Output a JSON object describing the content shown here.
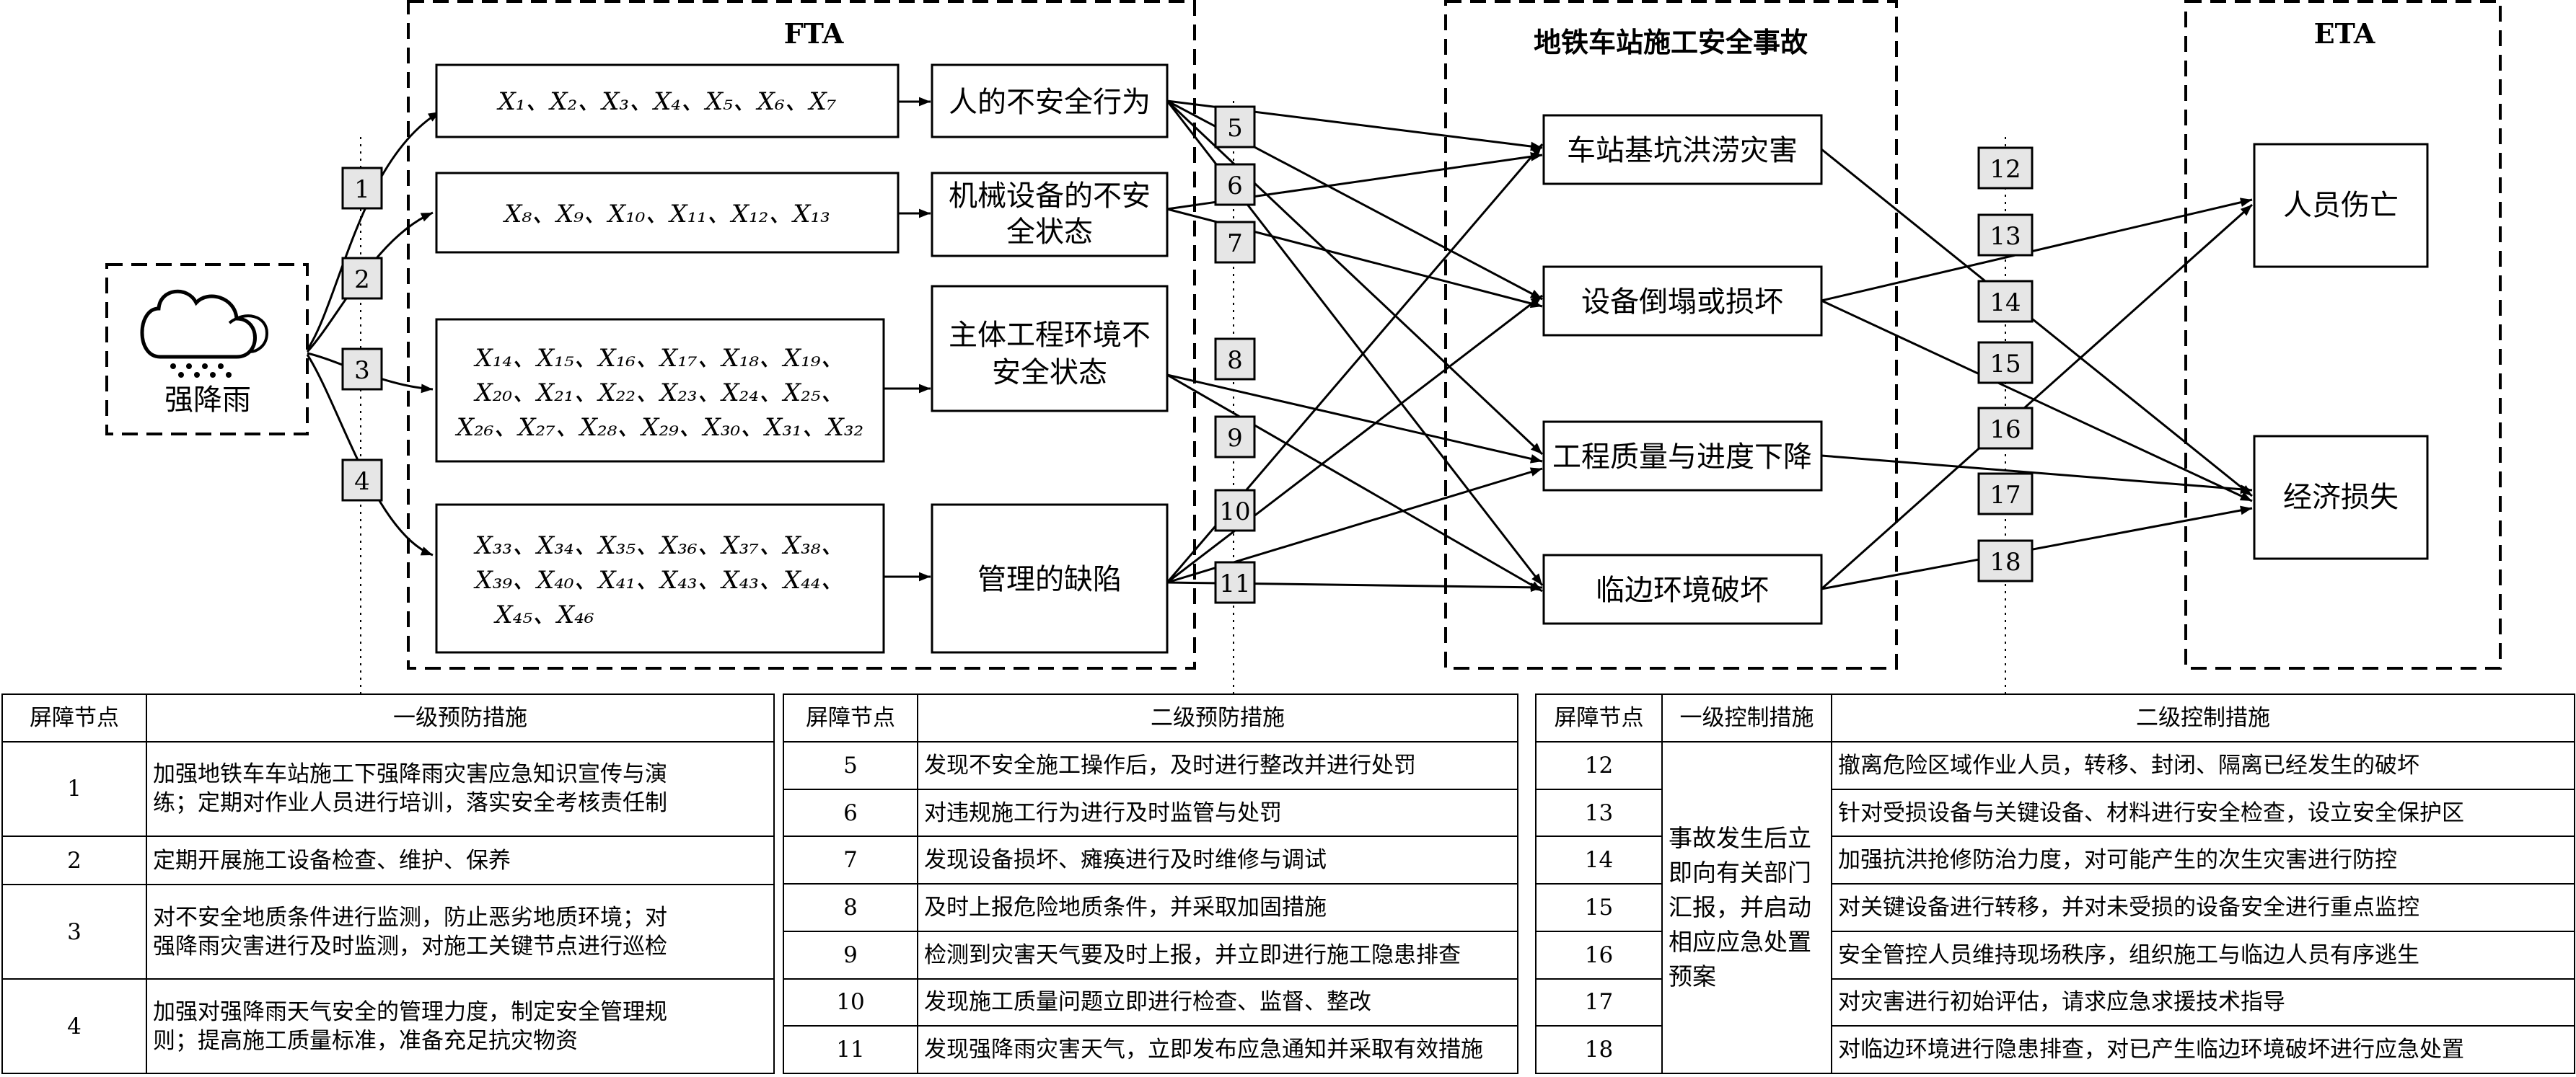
{
  "fta": {
    "label": "FTA",
    "trigger": "强降雨",
    "causes": [
      {
        "vars": [
          "X₁、X₂、X₃、X₄、X₅、X₆、X₇"
        ],
        "label": [
          "人的不安全行为"
        ]
      },
      {
        "vars": [
          "X₈、X₉、X₁₀、X₁₁、X₁₂、X₁₃"
        ],
        "label": [
          "机械设备的不安",
          "全状态"
        ]
      },
      {
        "vars": [
          "X₁₄、X₁₅、X₁₆、X₁₇、X₁₈、X₁₉、",
          "X₂₀、X₂₁、X₂₂、X₂₃、X₂₄、X₂₅、",
          "X₂₆、X₂₇、X₂₈、X₂₉、X₃₀、X₃₁、X₃₂"
        ],
        "label": [
          "主体工程环境不",
          "安全状态"
        ]
      },
      {
        "vars": [
          "X₃₃、X₃₄、X₃₅、X₃₆、X₃₇、X₃₈、",
          "X₃₉、X₄₀、X₄₁、X₄₃、X₄₃、X₄₄、",
          "X₄₅、X₄₆"
        ],
        "label": [
          "管理的缺陷"
        ]
      }
    ],
    "barrier_nodes": [
      "1",
      "2",
      "3",
      "4"
    ]
  },
  "center": {
    "title": "地铁车站施工安全事故",
    "accidents": [
      "车站基坑洪涝灾害",
      "设备倒塌或损坏",
      "工程质量与进度下降",
      "临边环境破坏"
    ],
    "barrier_nodes": [
      "5",
      "6",
      "7",
      "8",
      "9",
      "10",
      "11"
    ]
  },
  "eta": {
    "label": "ETA",
    "outcomes": [
      "人员伤亡",
      "经济损失"
    ],
    "barrier_nodes": [
      "12",
      "13",
      "14",
      "15",
      "16",
      "17",
      "18"
    ]
  },
  "table1": {
    "headers": [
      "屏障节点",
      "一级预防措施"
    ],
    "rows": [
      {
        "node": "1",
        "lines": [
          "加强地铁车车站施工下强降雨灾害应急知识宣传与演",
          "练；定期对作业人员进行培训，落实安全考核责任制"
        ]
      },
      {
        "node": "2",
        "lines": [
          "定期开展施工设备检查、维护、保养"
        ]
      },
      {
        "node": "3",
        "lines": [
          "对不安全地质条件进行监测，防止恶劣地质环境；对",
          "强降雨灾害进行及时监测，对施工关键节点进行巡检"
        ]
      },
      {
        "node": "4",
        "lines": [
          "加强对强降雨天气安全的管理力度，制定安全管理规",
          "则；提高施工质量标准，准备充足抗灾物资"
        ]
      }
    ]
  },
  "table2": {
    "headers": [
      "屏障节点",
      "二级预防措施"
    ],
    "rows": [
      {
        "node": "5",
        "text": "发现不安全施工操作后，及时进行整改并进行处罚"
      },
      {
        "node": "6",
        "text": "对违规施工行为进行及时监管与处罚"
      },
      {
        "node": "7",
        "text": "发现设备损坏、瘫痪进行及时维修与调试"
      },
      {
        "node": "8",
        "text": "及时上报危险地质条件，并采取加固措施"
      },
      {
        "node": "9",
        "text": "检测到灾害天气要及时上报，并立即进行施工隐患排查"
      },
      {
        "node": "10",
        "text": "发现施工质量问题立即进行检查、监督、整改"
      },
      {
        "node": "11",
        "text": "发现强降雨灾害天气，立即发布应急通知并采取有效措施"
      }
    ]
  },
  "table3": {
    "headers": [
      "屏障节点",
      "一级控制措施",
      "二级控制措施"
    ],
    "first_level": [
      "事故发生后立",
      "即向有关部门",
      "汇报，并启动",
      "相应应急处置",
      "预案"
    ],
    "rows": [
      {
        "node": "12",
        "text": "撤离危险区域作业人员，转移、封闭、隔离已经发生的破坏"
      },
      {
        "node": "13",
        "text": "针对受损设备与关键设备、材料进行安全检查，设立安全保护区"
      },
      {
        "node": "14",
        "text": "加强抗洪抢修防治力度，对可能产生的次生灾害进行防控"
      },
      {
        "node": "15",
        "text": "对关键设备进行转移，并对未受损的设备安全进行重点监控"
      },
      {
        "node": "16",
        "text": "安全管控人员维持现场秩序，组织施工与临边人员有序逃生"
      },
      {
        "node": "17",
        "text": "对灾害进行初始评估，请求应急求援技术指导"
      },
      {
        "node": "18",
        "text": "对临边环境进行隐患排查，对已产生临边环境破坏进行应急处置"
      }
    ]
  }
}
